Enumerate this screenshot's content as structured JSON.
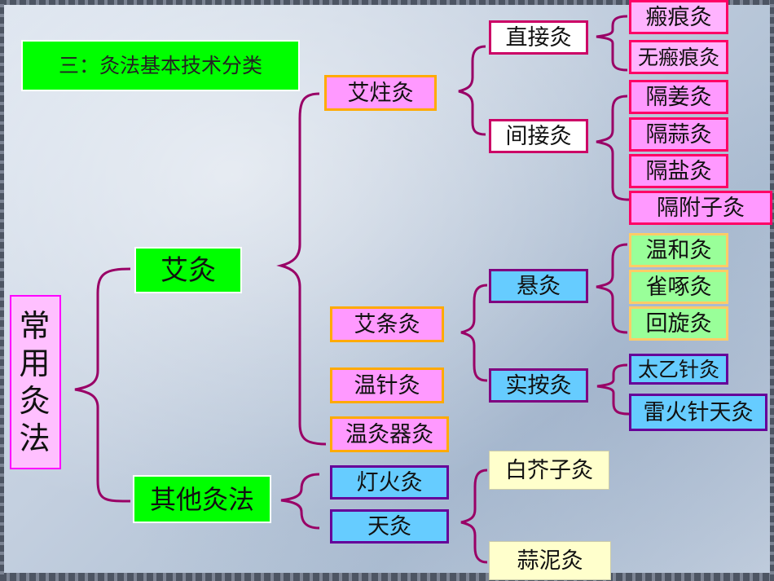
{
  "title": "三：灸法基本技术分类",
  "root_chars": [
    "常",
    "用",
    "灸",
    "法"
  ],
  "nodes": {
    "ai": "艾灸",
    "other": "其他灸法",
    "aizhu": "艾炷灸",
    "aitiao": "艾条灸",
    "wenzhen": "温针灸",
    "wenjiuqi": "温灸器灸",
    "denghuo": "灯火灸",
    "tian": "天灸",
    "zhijie": "直接灸",
    "jianjie": "间接灸",
    "xuan": "悬灸",
    "shian": "实按灸",
    "banhen": "瘢痕灸",
    "wubanhen": "无瘢痕灸",
    "gejiang": "隔姜灸",
    "gesuan": "隔蒜灸",
    "geyan": "隔盐灸",
    "gefuzi": "隔附子灸",
    "wenhe": "温和灸",
    "quezhuo": "雀啄灸",
    "huixuan": "回旋灸",
    "taiyi": "太乙针灸",
    "leihuo": "雷火针天灸",
    "baijiezi": "白芥子灸",
    "suanni": "蒜泥灸"
  }
}
